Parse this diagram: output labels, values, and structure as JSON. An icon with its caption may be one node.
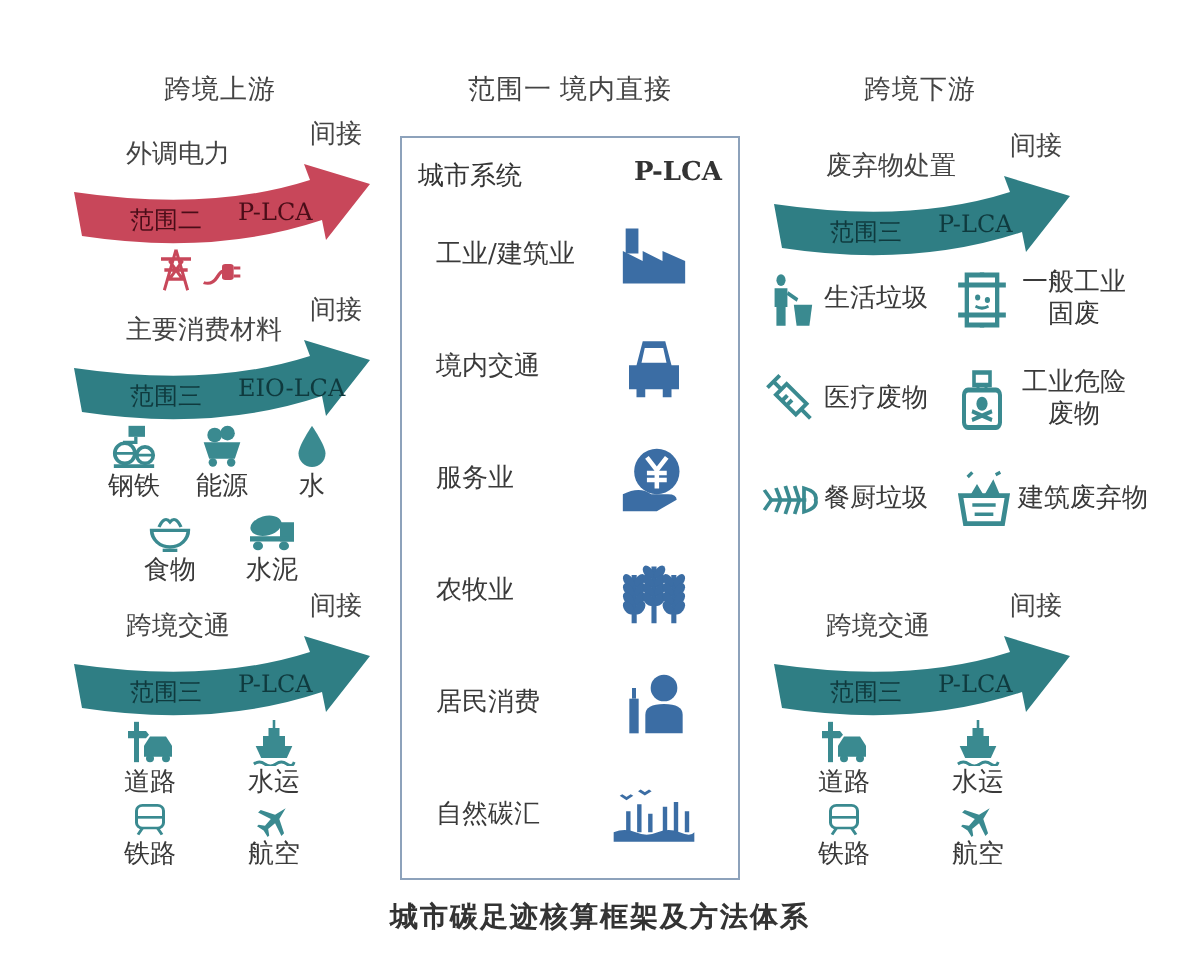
{
  "diagram": {
    "caption": "城市碳足迹核算框架及方法体系",
    "nodes": [
      {
        "text": [
          "外调电力",
          "范围二",
          "P-LCA"
        ],
        "beside": [
          "间接"
        ]
      },
      {
        "text": [
          "主要消费材料",
          "范围三",
          "EIO-LCA"
        ],
        "beside": [
          "间接"
        ]
      },
      {
        "text": [
          "跨境交通",
          "范围三",
          "P-LCA"
        ],
        "beside": [
          "间接"
        ]
      },
      {
        "text": [
          "范围一 境内直接",
          "城市系统",
          "P-LCA"
        ]
      },
      {
        "text": [
          "废弃物处置",
          "范围三",
          "P-LCA"
        ],
        "beside": [
          "间接"
        ]
      },
      {
        "text": [
          "跨境交通",
          "范围三",
          "P-LCA"
        ],
        "beside": [
          "间接"
        ]
      }
    ],
    "labels": [
      "跨境上游",
      "钢铁",
      "能源",
      "水",
      "食物",
      "水泥",
      "道路",
      "水运",
      "铁路",
      "航空",
      "工业/建筑业",
      "境内交通",
      "服务业",
      "农牧业",
      "居民消费",
      "自然碳汇",
      "跨境下游",
      "生活垃圾",
      "一般工业固废",
      "医疗废物",
      "工业危险废物",
      "餐厨垃圾",
      "建筑废弃物",
      "道路",
      "水运",
      "铁路",
      "航空"
    ]
  }
}
